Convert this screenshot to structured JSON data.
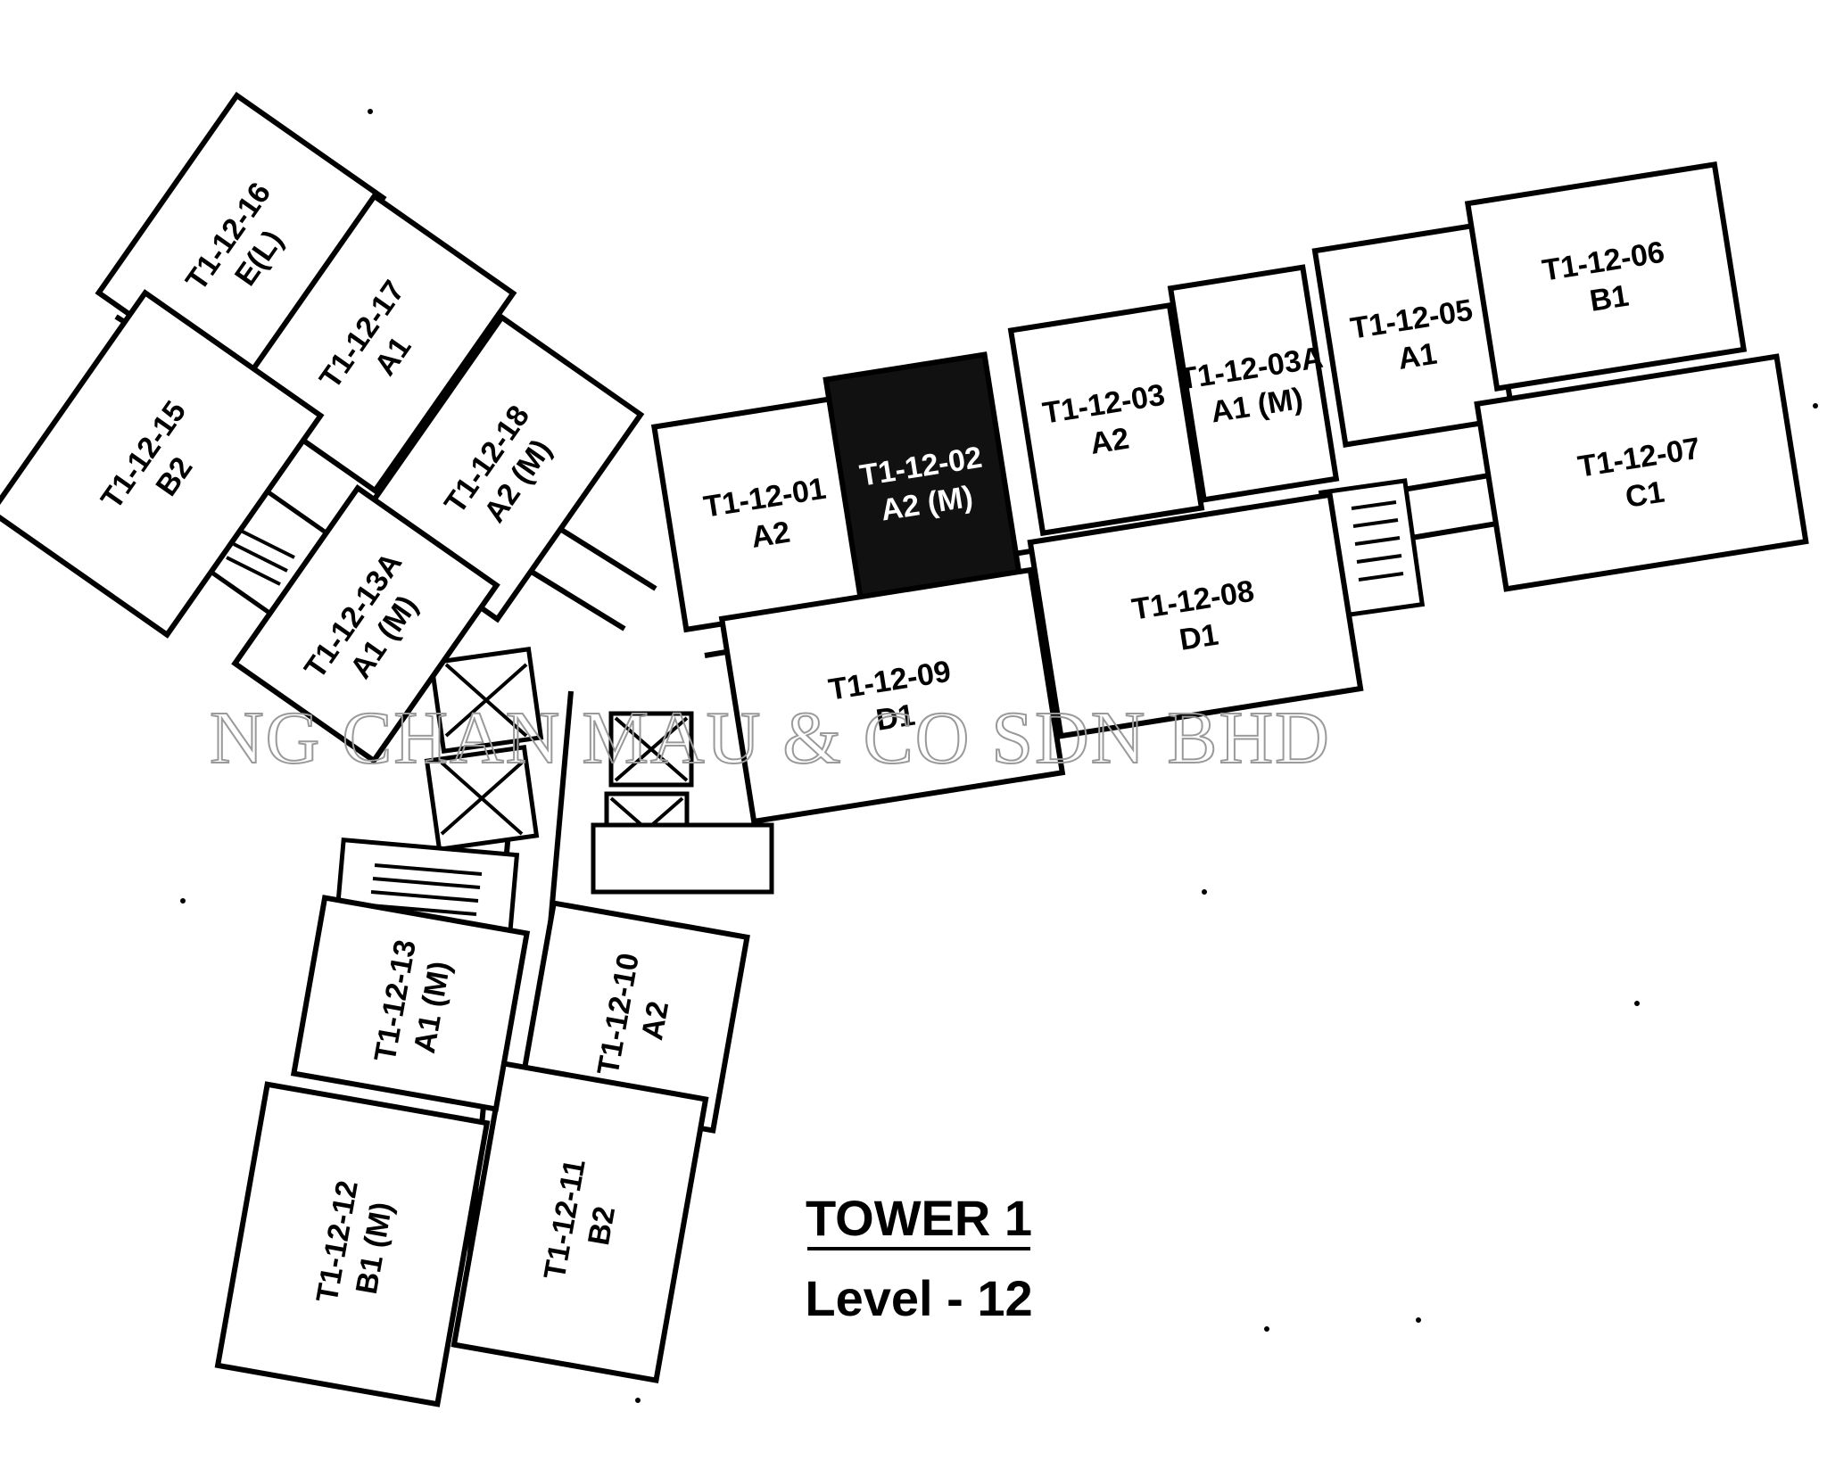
{
  "watermark": "NG CHAN MAU & CO SDN BHD",
  "title": {
    "line1": "TOWER 1",
    "line2": "Level - 12"
  },
  "units": [
    {
      "id": "T1-12-01",
      "type": "A2",
      "highlight": false
    },
    {
      "id": "T1-12-02",
      "type": "A2 (M)",
      "highlight": true
    },
    {
      "id": "T1-12-03",
      "type": "A2",
      "highlight": false
    },
    {
      "id": "T1-12-03A",
      "type": "A1 (M)",
      "highlight": false
    },
    {
      "id": "T1-12-05",
      "type": "A1",
      "highlight": false
    },
    {
      "id": "T1-12-06",
      "type": "B1",
      "highlight": false
    },
    {
      "id": "T1-12-07",
      "type": "C1",
      "highlight": false
    },
    {
      "id": "T1-12-08",
      "type": "D1",
      "highlight": false
    },
    {
      "id": "T1-12-09",
      "type": "D1",
      "highlight": false
    },
    {
      "id": "T1-12-10",
      "type": "A2",
      "highlight": false
    },
    {
      "id": "T1-12-11",
      "type": "B2",
      "highlight": false
    },
    {
      "id": "T1-12-12",
      "type": "B1 (M)",
      "highlight": false
    },
    {
      "id": "T1-12-13",
      "type": "A1 (M)",
      "highlight": false
    },
    {
      "id": "T1-12-13A",
      "type": "A1 (M)",
      "highlight": false
    },
    {
      "id": "T1-12-15",
      "type": "B2",
      "highlight": false
    },
    {
      "id": "T1-12-16",
      "type": "E(L)",
      "highlight": false
    },
    {
      "id": "T1-12-17",
      "type": "A1",
      "highlight": false
    },
    {
      "id": "T1-12-18",
      "type": "A2 (M)",
      "highlight": false
    }
  ]
}
